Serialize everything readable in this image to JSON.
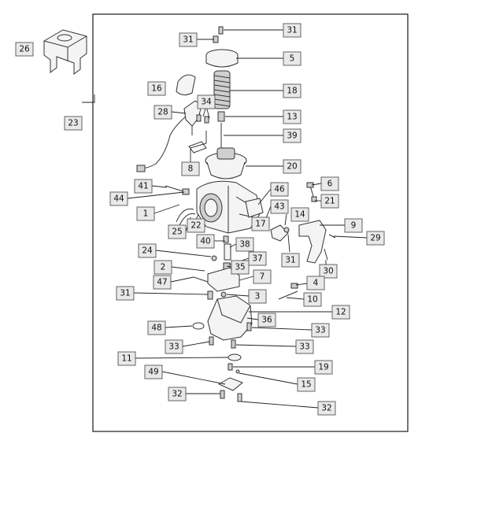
{
  "diagram": {
    "callouts": [
      {
        "id": "26",
        "label": "26"
      },
      {
        "id": "23",
        "label": "23"
      },
      {
        "id": "31a",
        "label": "31"
      },
      {
        "id": "31b",
        "label": "31"
      },
      {
        "id": "5",
        "label": "5"
      },
      {
        "id": "16",
        "label": "16"
      },
      {
        "id": "18",
        "label": "18"
      },
      {
        "id": "34",
        "label": "34"
      },
      {
        "id": "28",
        "label": "28"
      },
      {
        "id": "13",
        "label": "13"
      },
      {
        "id": "39",
        "label": "39"
      },
      {
        "id": "8",
        "label": "8"
      },
      {
        "id": "20",
        "label": "20"
      },
      {
        "id": "41",
        "label": "41"
      },
      {
        "id": "6",
        "label": "6"
      },
      {
        "id": "46",
        "label": "46"
      },
      {
        "id": "44",
        "label": "44"
      },
      {
        "id": "21",
        "label": "21"
      },
      {
        "id": "1",
        "label": "1"
      },
      {
        "id": "43",
        "label": "43"
      },
      {
        "id": "14",
        "label": "14"
      },
      {
        "id": "22",
        "label": "22"
      },
      {
        "id": "17",
        "label": "17"
      },
      {
        "id": "9",
        "label": "9"
      },
      {
        "id": "25",
        "label": "25"
      },
      {
        "id": "40",
        "label": "40"
      },
      {
        "id": "38",
        "label": "38"
      },
      {
        "id": "29",
        "label": "29"
      },
      {
        "id": "24",
        "label": "24"
      },
      {
        "id": "37",
        "label": "37"
      },
      {
        "id": "31c",
        "label": "31"
      },
      {
        "id": "2",
        "label": "2"
      },
      {
        "id": "35",
        "label": "35"
      },
      {
        "id": "30",
        "label": "30"
      },
      {
        "id": "47",
        "label": "47"
      },
      {
        "id": "7",
        "label": "7"
      },
      {
        "id": "4",
        "label": "4"
      },
      {
        "id": "31d",
        "label": "31"
      },
      {
        "id": "3",
        "label": "3"
      },
      {
        "id": "10",
        "label": "10"
      },
      {
        "id": "12",
        "label": "12"
      },
      {
        "id": "36",
        "label": "36"
      },
      {
        "id": "48",
        "label": "48"
      },
      {
        "id": "33a",
        "label": "33"
      },
      {
        "id": "33b",
        "label": "33"
      },
      {
        "id": "33c",
        "label": "33"
      },
      {
        "id": "11",
        "label": "11"
      },
      {
        "id": "19",
        "label": "19"
      },
      {
        "id": "49",
        "label": "49"
      },
      {
        "id": "15",
        "label": "15"
      },
      {
        "id": "32a",
        "label": "32"
      },
      {
        "id": "32b",
        "label": "32"
      }
    ]
  }
}
